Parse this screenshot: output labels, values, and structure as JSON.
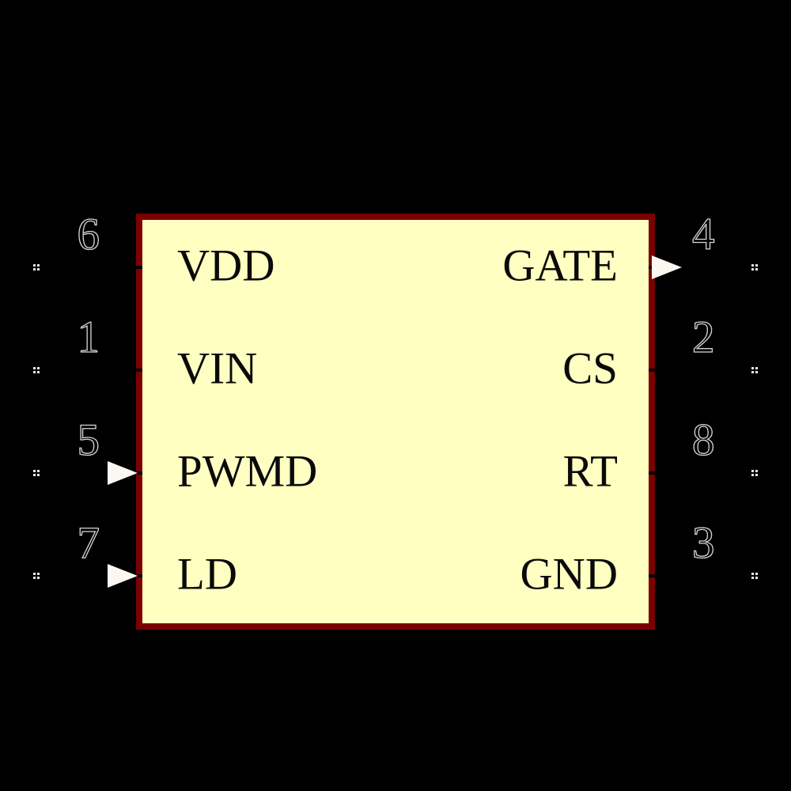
{
  "schematic_symbol": {
    "kind": "ic-schematic-symbol",
    "colors": {
      "background": "#000000",
      "body_fill": "#FFFFC2",
      "body_border": "#7B0101",
      "wire": "#000000",
      "label_text": "#0A0A0A",
      "pin_number_fill": "#000000",
      "pin_number_outline": "#D4D4D4",
      "arrow_fill": "#FBF8F1",
      "endpoint_dot": "#E9E9E9"
    },
    "pins": {
      "left": [
        {
          "number": "6",
          "label": "VDD",
          "arrow": null
        },
        {
          "number": "1",
          "label": "VIN",
          "arrow": null
        },
        {
          "number": "5",
          "label": "PWMD",
          "arrow": "input"
        },
        {
          "number": "7",
          "label": "LD",
          "arrow": "input"
        }
      ],
      "right": [
        {
          "number": "4",
          "label": "GATE",
          "arrow": "output"
        },
        {
          "number": "2",
          "label": "CS",
          "arrow": null
        },
        {
          "number": "8",
          "label": "RT",
          "arrow": null
        },
        {
          "number": "3",
          "label": "GND",
          "arrow": null
        }
      ]
    }
  }
}
